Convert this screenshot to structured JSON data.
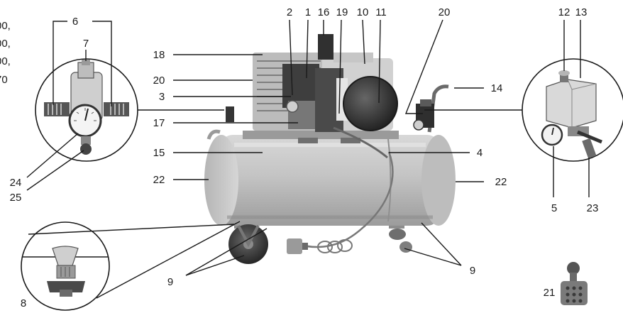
{
  "labels": {
    "l1": "1",
    "l2": "2",
    "l3": "3",
    "l4": "4",
    "l5": "5",
    "l6": "6",
    "l7": "7",
    "l8": "8",
    "l9": "9",
    "l10": "10",
    "l11": "11",
    "l12": "12",
    "l13": "13",
    "l14": "14",
    "l15": "15",
    "l16": "16",
    "l17": "17",
    "l18": "18",
    "l19": "19",
    "l20": "20",
    "l21": "21",
    "l22": "22",
    "l23": "23",
    "l24": "24",
    "l25": "25"
  },
  "side_text": [
    "00,",
    "00,",
    "00,",
    "70"
  ],
  "colors": {
    "ink": "#1a1a1a",
    "tank": "#c9c9c9",
    "tank_shade": "#a9a9a9",
    "metal": "#8c8c8c",
    "dark": "#3a3a3a"
  }
}
